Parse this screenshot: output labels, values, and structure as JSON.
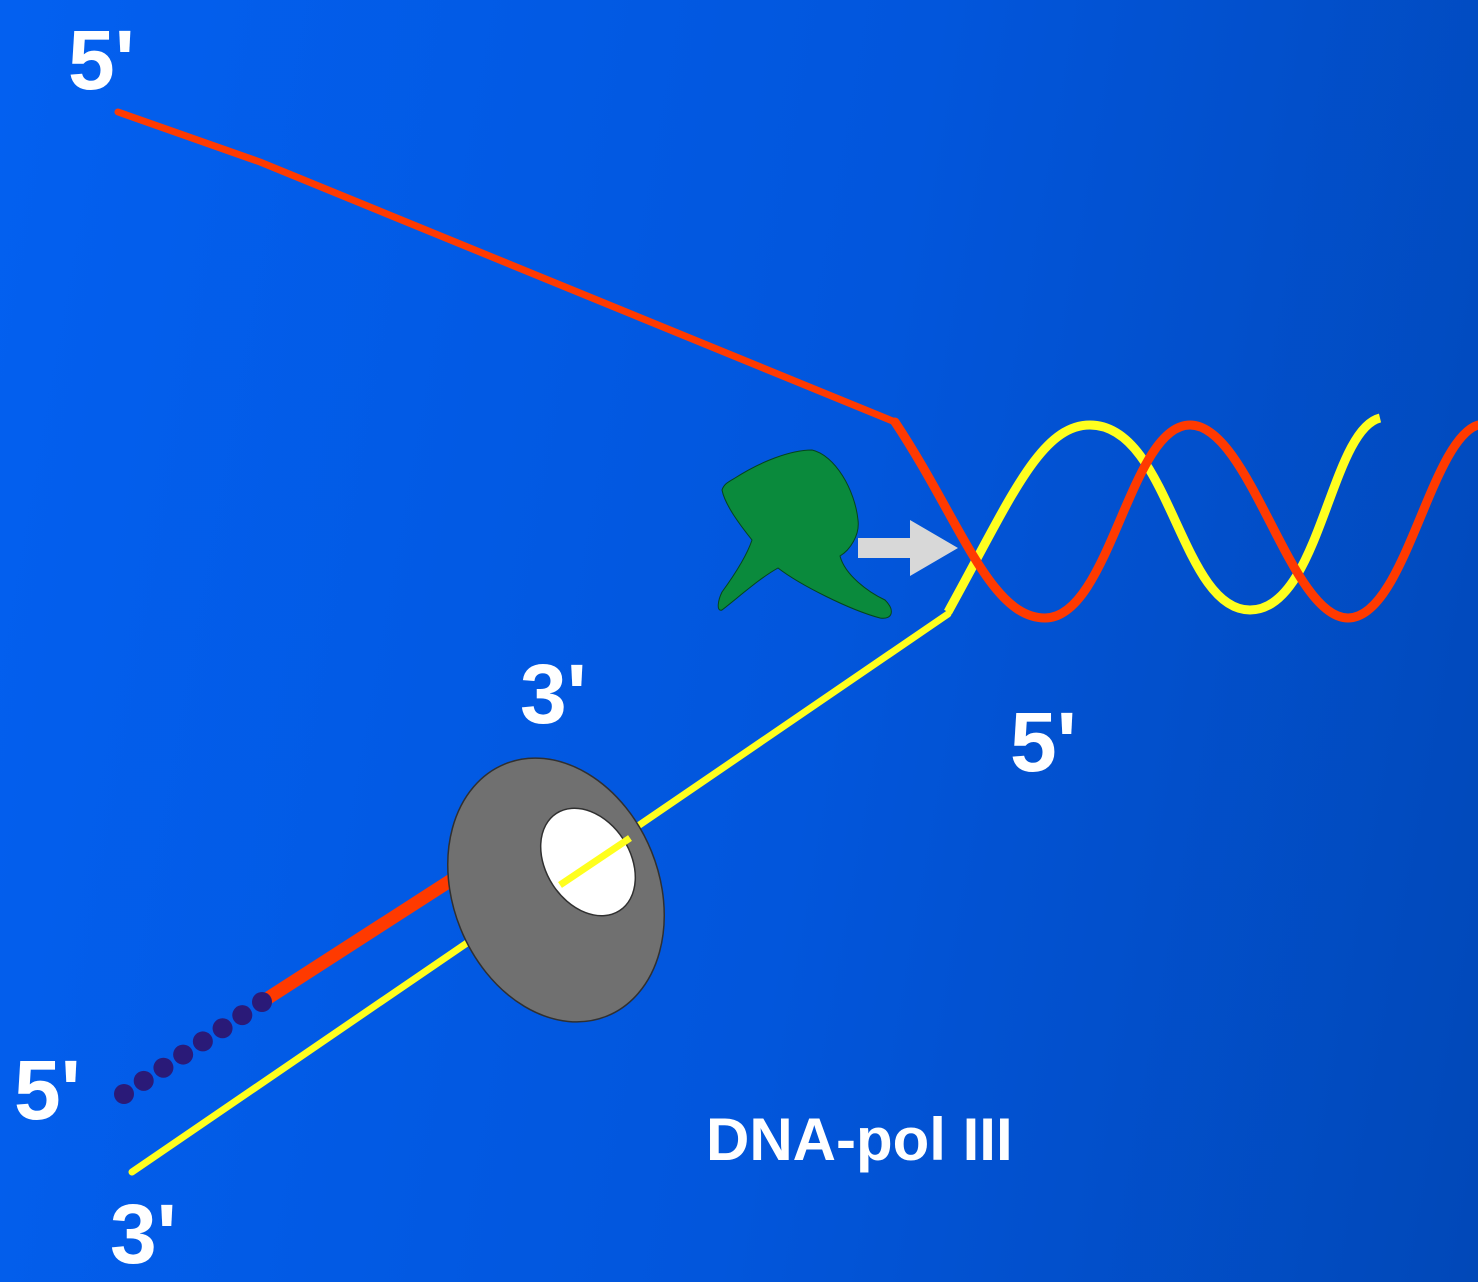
{
  "labels": {
    "top_left_end": "5'",
    "clamp_end": "3'",
    "fork_bottom_end": "5'",
    "lagging_left_end": "5'",
    "bottom_left_end": "3'",
    "enzyme": "DNA-pol III"
  },
  "colors": {
    "background": "#0256dc",
    "red_strand": "#ff3a00",
    "yellow_strand": "#ffff1e",
    "primer": "#2a1a78",
    "helicase": "#0a8a3c",
    "clamp": "#707070",
    "clamp_hole": "#ffffff",
    "direction_arrow": "#d8d8d8"
  },
  "icons": {
    "helicase": "helicase-shape",
    "clamp": "sliding-clamp-ring",
    "arrow": "direction-arrow"
  }
}
